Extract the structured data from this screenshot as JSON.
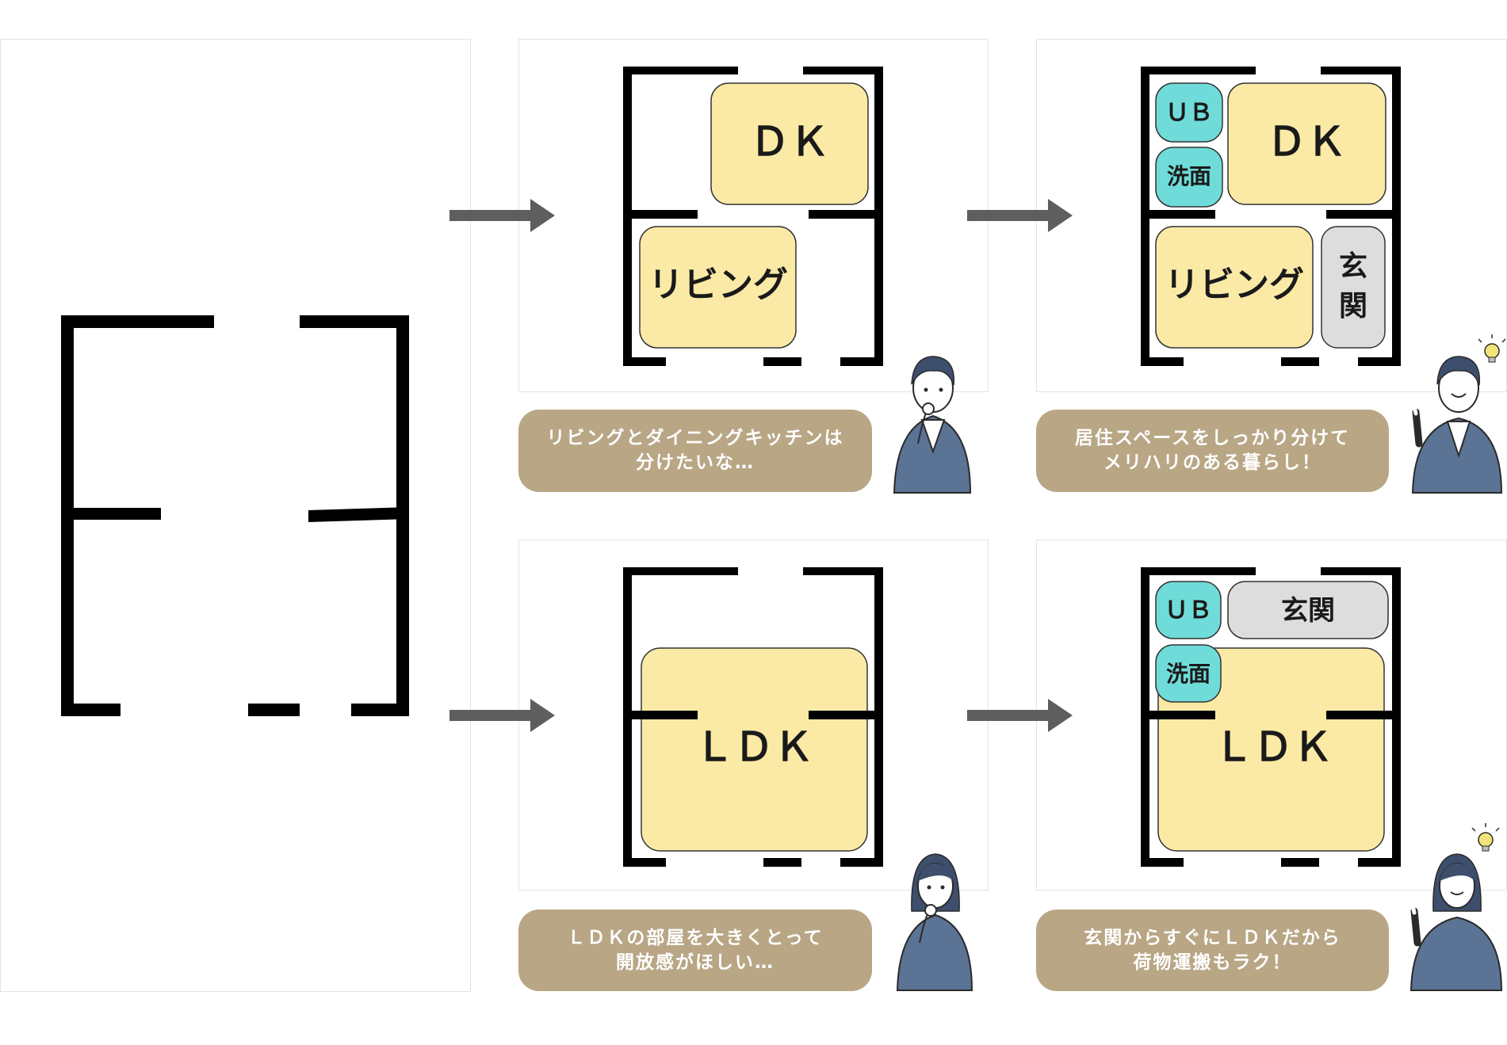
{
  "colors": {
    "wall": "#000000",
    "living_room": "#fbeaa6",
    "wet_room": "#6fdcd9",
    "entrance": "#dddddd",
    "bubble": "#b8a685",
    "arrow": "#5e5e5e"
  },
  "plans": {
    "top_middle": {
      "rooms": {
        "dk": "ＤＫ",
        "living": "リビング"
      }
    },
    "top_right": {
      "rooms": {
        "ub": "ＵＢ",
        "washroom": "洗面",
        "dk": "ＤＫ",
        "living": "リビング",
        "entrance_char1": "玄",
        "entrance_char2": "関"
      }
    },
    "bottom_middle": {
      "rooms": {
        "ldk": "ＬＤＫ"
      }
    },
    "bottom_right": {
      "rooms": {
        "ub": "ＵＢ",
        "entrance": "玄関",
        "washroom": "洗面",
        "ldk": "ＬＤＫ"
      }
    }
  },
  "captions": {
    "top_middle": {
      "line1": "リビングとダイニングキッチンは",
      "line2": "分けたいな…"
    },
    "top_right": {
      "line1": "居住スペースをしっかり分けて",
      "line2": "メリハリのある暮らし！"
    },
    "bottom_middle": {
      "line1": "ＬＤＫの部屋を大きくとって",
      "line2": "開放感がほしい…"
    },
    "bottom_right": {
      "line1": "玄関からすぐにＬＤＫだから",
      "line2": "荷物運搬もラク！"
    }
  },
  "icons": {
    "arrow": "arrow-right-icon",
    "man_thinking": "man-thinking-icon",
    "man_idea": "man-idea-icon",
    "woman_thinking": "woman-thinking-icon",
    "woman_idea": "woman-idea-icon",
    "bulb": "lightbulb-icon"
  }
}
